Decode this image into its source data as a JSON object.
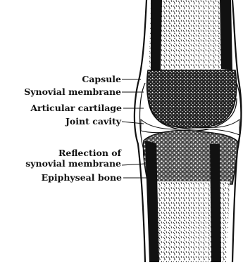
{
  "diagram": {
    "labels": {
      "capsule": "Capsule",
      "synovial_membrane": "Synovial membrane",
      "articular_cartilage": "Articular cartilage",
      "joint_cavity": "Joint cavity",
      "reflection_line1": "Reflection of",
      "reflection_line2": "synovial membrane",
      "epiphyseal_bone": "Epiphyseal bone"
    }
  }
}
